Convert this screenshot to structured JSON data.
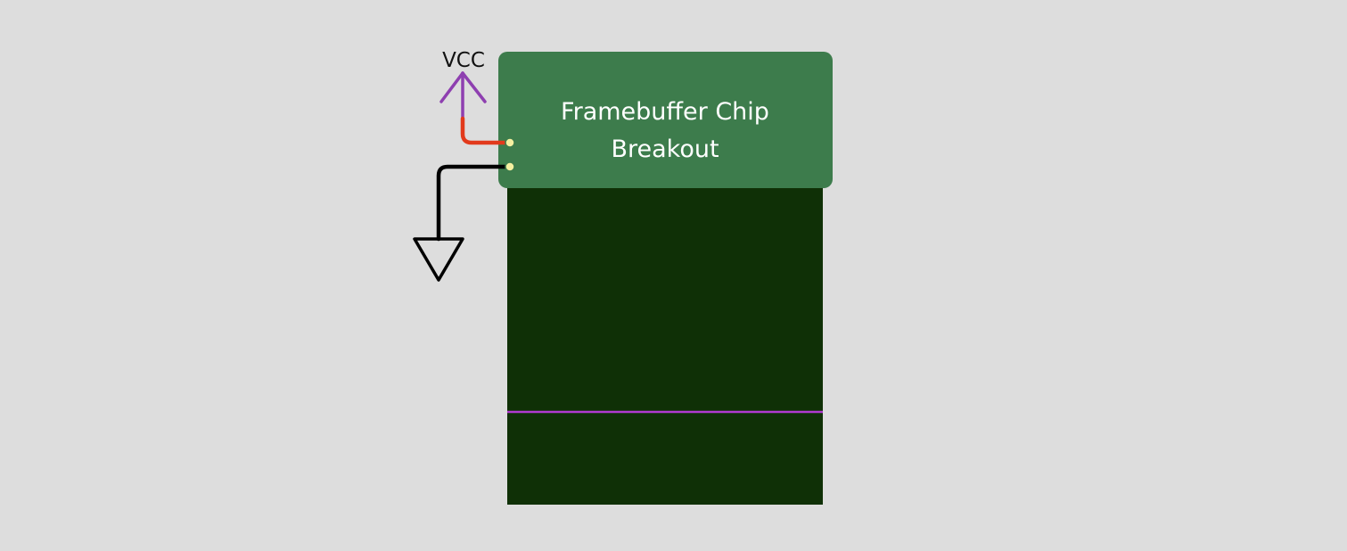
{
  "chip": {
    "title_line1": "Framebuffer Chip",
    "title_line2": "Breakout"
  },
  "power": {
    "vcc_label": "VCC"
  },
  "icons": {
    "vcc": "vcc-arrow-icon",
    "ground": "ground-symbol-icon"
  },
  "colors": {
    "background": "#dddddd",
    "chip_header": "#3d7c4c",
    "chip_body": "#0f3006",
    "vcc_symbol": "#8e3fb0",
    "vcc_wire": "#e23a1c",
    "gnd_wire": "#000000",
    "pin": "#f5f0a0",
    "body_divider": "#b03ad0"
  }
}
